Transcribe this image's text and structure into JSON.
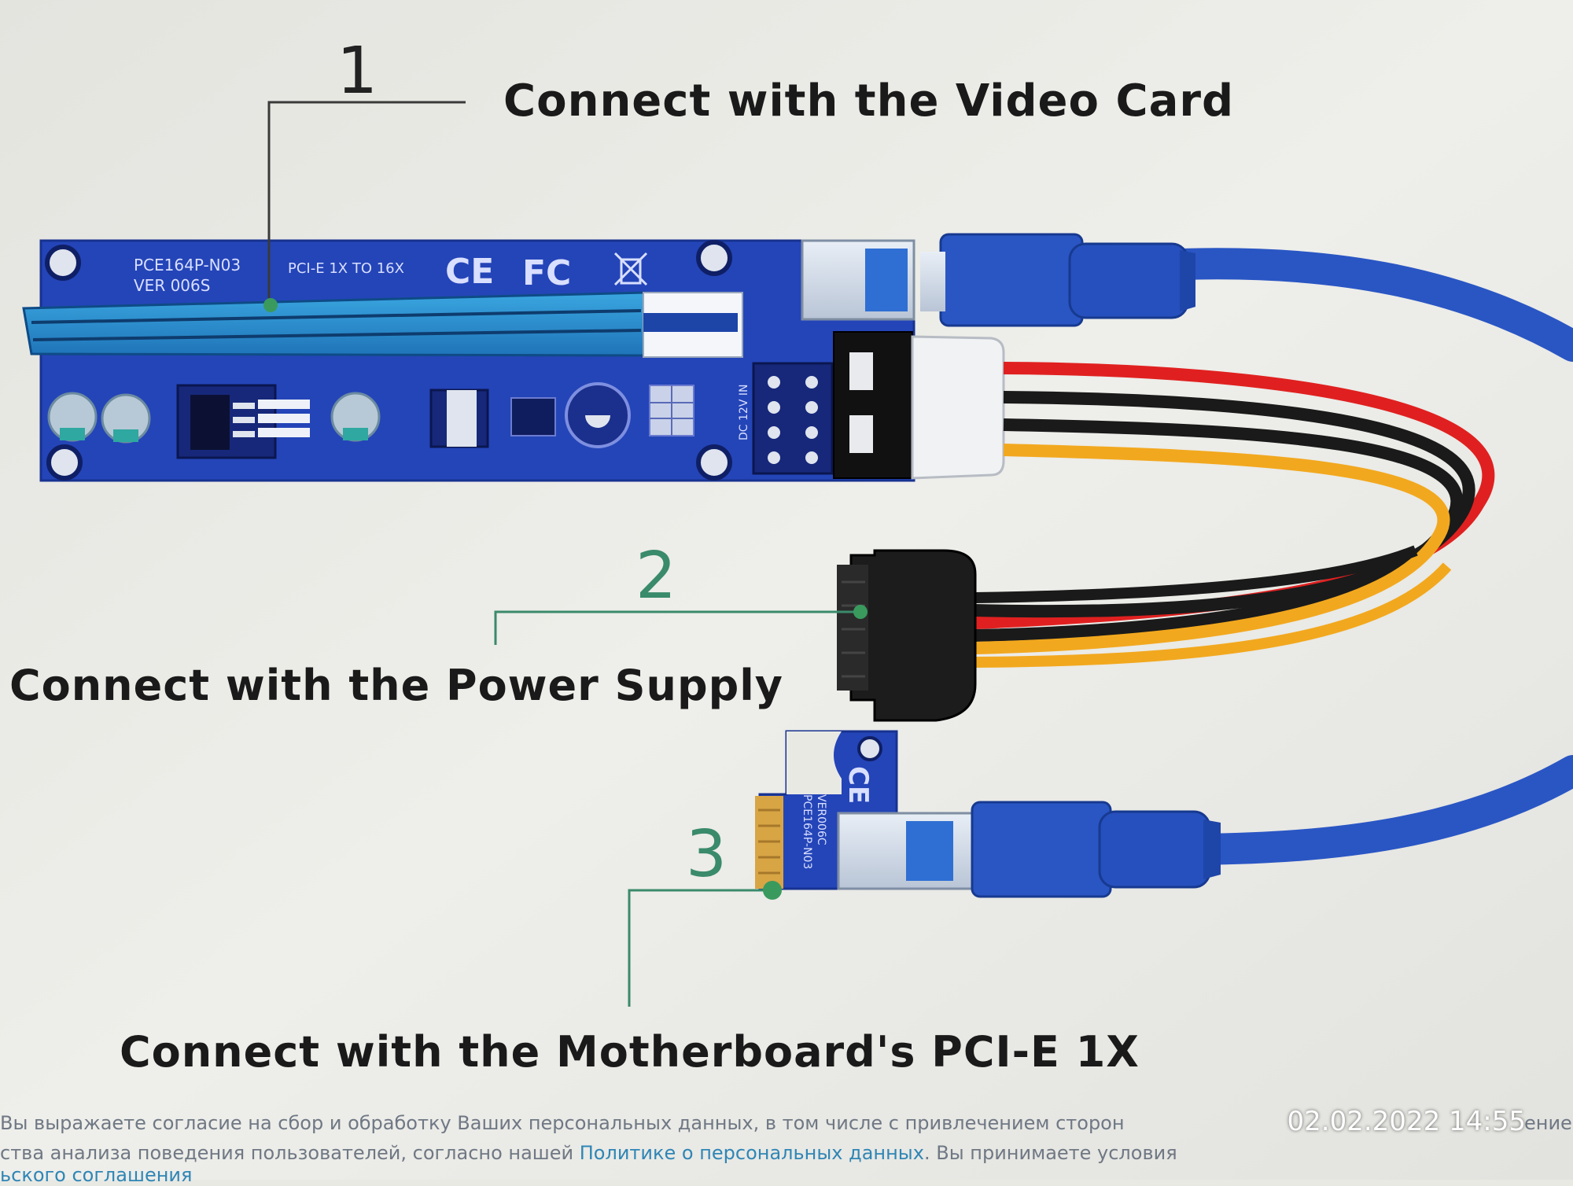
{
  "callouts": [
    {
      "number": "1",
      "text": "Connect with the Video Card"
    },
    {
      "number": "2",
      "text": "Connect with the Power Supply"
    },
    {
      "number": "3",
      "text": "Connect with the Motherboard's PCI-E 1X"
    }
  ],
  "board_markings": {
    "model": "PCE164P-N03",
    "version": "VER 006S",
    "interface": "PCI-E 1X TO 16X",
    "ce": "CE",
    "fc": "FC",
    "voltage": "DC 12V IN"
  },
  "small_board_markings": {
    "model": "PCE164P-N03",
    "version": "VER006C"
  },
  "footer": {
    "line1": "Вы выражаете согласие на сбор и обработку Ваших персональных данных, в том числе с привлечением сторон",
    "line1_tail": "ение",
    "line2_prefix": "ства анализа поведения пользователей, согласно нашей ",
    "line2_link": "Политике о персональных данных",
    "line2_suffix": ". Вы принимаете условия",
    "line3": "ьского соглашения"
  },
  "timestamp": "02.02.2022 14:55",
  "colors": {
    "pcb": "#1f3fb0",
    "cable_blue": "#2a56c4",
    "wire_red": "#e02020",
    "wire_black": "#1a1a1a",
    "wire_yellow": "#f2a81e",
    "callout_green": "#3a8a6c"
  }
}
